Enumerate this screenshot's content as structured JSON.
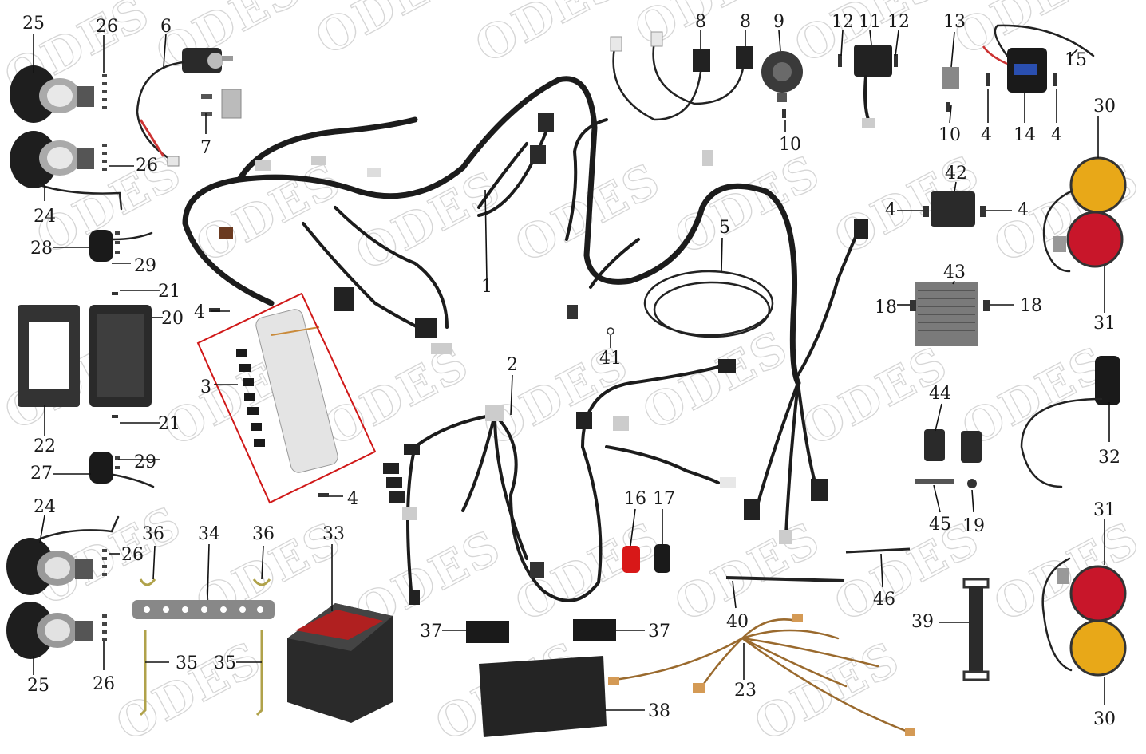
{
  "diagram": {
    "watermark_text": "ODES",
    "highlight_color": "#d01818",
    "callouts": [
      "1",
      "2",
      "3",
      "4",
      "5",
      "6",
      "7",
      "8",
      "9",
      "10",
      "11",
      "12",
      "13",
      "14",
      "15",
      "16",
      "17",
      "18",
      "19",
      "20",
      "21",
      "22",
      "23",
      "24",
      "25",
      "26",
      "27",
      "28",
      "29",
      "30",
      "31",
      "32",
      "33",
      "34",
      "35",
      "36",
      "37",
      "38",
      "39",
      "40",
      "41",
      "42",
      "43",
      "44",
      "45",
      "46"
    ]
  }
}
